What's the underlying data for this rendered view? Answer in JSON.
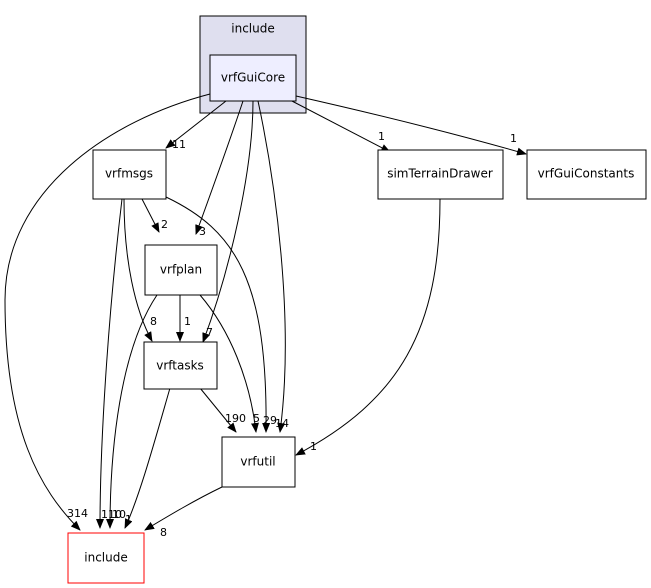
{
  "cluster": {
    "label": "include"
  },
  "nodes": {
    "core": {
      "label": "vrfGuiCore"
    },
    "msgs": {
      "label": "vrfmsgs"
    },
    "terrain": {
      "label": "simTerrainDrawer"
    },
    "consts": {
      "label": "vrfGuiConstants"
    },
    "plan": {
      "label": "vrfplan"
    },
    "tasks": {
      "label": "vrftasks"
    },
    "util": {
      "label": "vrfutil"
    },
    "inc": {
      "label": "include"
    }
  },
  "edges": {
    "core_msgs": "11",
    "core_terrain": "1",
    "core_consts": "1",
    "core_plan": "3",
    "core_tasks": "7",
    "core_util": "14",
    "core_inc": "314",
    "msgs_plan": "2",
    "msgs_tasks": "8",
    "msgs_util": "29",
    "msgs_inc": "110",
    "plan_tasks": "1",
    "plan_util": "5",
    "plan_inc": "10",
    "tasks_util": "190",
    "tasks_inc": "1",
    "terrain_util": "1",
    "util_inc": "8"
  },
  "colors": {
    "cluster_fill": "#dfdfef",
    "cluster_stroke": "#000000",
    "focus_fill": "#eeeeff",
    "node_fill": "#ffffff",
    "external_stroke": "#ff0000",
    "edge": "#000000"
  }
}
